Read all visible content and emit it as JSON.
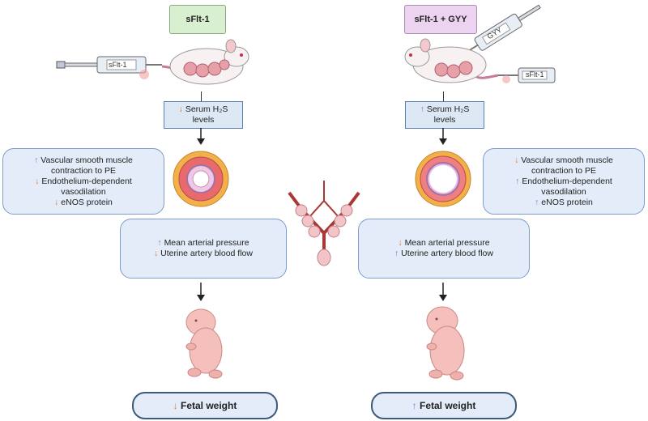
{
  "left": {
    "header": "sFlt-1",
    "syringe_label": "sFlt-1",
    "serum_text": "Serum H₂S",
    "serum_text2": "levels",
    "serum_arrow": "↓",
    "vessel_effects": [
      {
        "arrow": "↑",
        "text": "Vascular smooth muscle"
      },
      {
        "arrow": "",
        "text": "contraction to PE"
      },
      {
        "arrow": "↓",
        "text": "Endothelium-dependent"
      },
      {
        "arrow": "",
        "text": "vasodilation"
      },
      {
        "arrow": "↓",
        "text": "eNOS protein"
      }
    ],
    "pressure_effects": [
      {
        "arrow": "↑",
        "text": "Mean arterial pressure"
      },
      {
        "arrow": "↓",
        "text": "Uterine artery blood flow"
      }
    ],
    "fetal_arrow": "↓",
    "fetal_text": "Fetal weight"
  },
  "right": {
    "header": "sFlt-1 + GYY",
    "syringe_label": "sFlt-1",
    "syringe2_label": "GYY",
    "serum_text": "Serum H₂S",
    "serum_text2": "levels",
    "serum_arrow": "↑",
    "vessel_effects": [
      {
        "arrow": "↓",
        "text": "Vascular smooth muscle"
      },
      {
        "arrow": "",
        "text": "contraction to PE"
      },
      {
        "arrow": "↑",
        "text": "Endothelium-dependent"
      },
      {
        "arrow": "",
        "text": "vasodilation"
      },
      {
        "arrow": "↑",
        "text": "eNOS protein"
      }
    ],
    "pressure_effects": [
      {
        "arrow": "↓",
        "text": "Mean arterial pressure"
      },
      {
        "arrow": "↑",
        "text": "Uterine artery blood flow"
      }
    ],
    "fetal_arrow": "↑",
    "fetal_text": "Fetal weight"
  },
  "colors": {
    "up_arrow": "#9a6fc4",
    "down_arrow": "#e07a2a",
    "left_header_bg": "#d8f0d0",
    "right_header_bg": "#ecd4f0"
  }
}
